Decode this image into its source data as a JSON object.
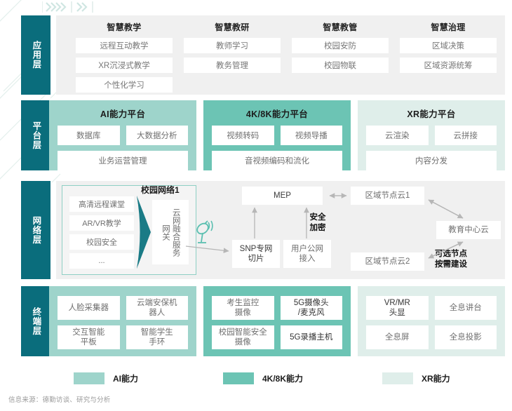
{
  "layers": {
    "application": {
      "label": "应用层",
      "columns": [
        {
          "title": "智慧教学",
          "items": [
            "远程互动教学",
            "XR沉浸式教学",
            "个性化学习"
          ]
        },
        {
          "title": "智慧教研",
          "items": [
            "教师学习",
            "教务管理"
          ]
        },
        {
          "title": "智慧教管",
          "items": [
            "校园安防",
            "校园物联"
          ]
        },
        {
          "title": "智慧治理",
          "items": [
            "区域决策",
            "区域资源统筹"
          ]
        }
      ]
    },
    "platform": {
      "label": "平台层",
      "groups": [
        {
          "title": "AI能力平台",
          "pair": [
            "数据库",
            "大数据分析"
          ],
          "wide": "业务运营管理",
          "color": "#9ed4cb"
        },
        {
          "title": "4K/8K能力平台",
          "pair": [
            "视频转码",
            "视频导播"
          ],
          "wide": "音视频编码和流化",
          "color": "#6cc4b4"
        },
        {
          "title": "XR能力平台",
          "pair": [
            "云渲染",
            "云拼接"
          ],
          "wide": "内容分发",
          "color": "#dfeeea"
        }
      ]
    },
    "network": {
      "label": "网络层",
      "campus": {
        "title": "校园网络1",
        "items": [
          "高清远程课堂",
          "AR/VR教学",
          "校园安全",
          "..."
        ],
        "gateway": "云网融合服务网关"
      },
      "nodes": {
        "mep": "MEP",
        "snp": "SNP专网\n切片",
        "public": "用户公网\n接入",
        "region1": "区域节点云1",
        "region2": "区域节点云2",
        "center": "教育中心云"
      },
      "annotations": {
        "security": "安全\n加密",
        "optional": "可选节点\n按需建设"
      }
    },
    "terminal": {
      "label": "终端层",
      "groups": [
        {
          "cells": [
            "人脸采集器",
            "云端安保机\n器人",
            "交互智能\n平板",
            "智能学生\n手环"
          ],
          "color": "#9ed4cb"
        },
        {
          "cells": [
            "考生监控\n摄像",
            "5G摄像头\n/麦克风",
            "校园智能安全\n摄像",
            "5G录播主机"
          ],
          "color": "#6cc4b4"
        },
        {
          "cells": [
            "VR/MR\n头显",
            "全息讲台",
            "全息屏",
            "全息投影"
          ],
          "color": "#dfeeea"
        }
      ]
    }
  },
  "legend": [
    {
      "label": "AI能力",
      "color": "#9ed4cb"
    },
    {
      "label": "4K/8K能力",
      "color": "#6cc4b4"
    },
    {
      "label": "XR能力",
      "color": "#dfeeea"
    }
  ],
  "footer": "信息来源：德勤访谈、研究与分析",
  "colors": {
    "dark_teal": "#0a6d7c",
    "panel_gray": "#f0f0f0",
    "card_white": "#ffffff"
  }
}
